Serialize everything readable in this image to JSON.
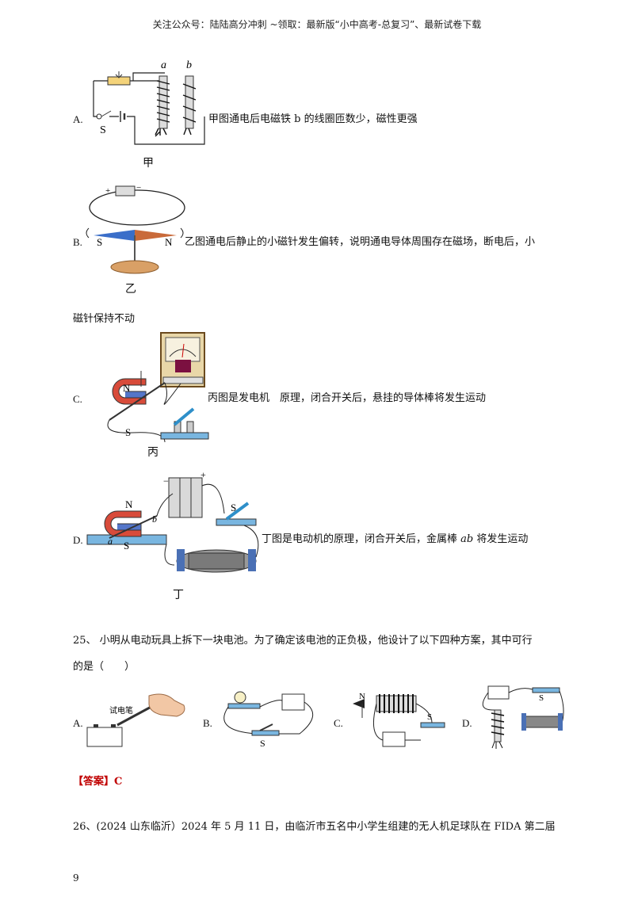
{
  "header": "关注公众号：陆陆高分冲刺 ~领取：最新版“小中高考-总复习”、最新试卷下载",
  "options_prev": [
    {
      "letter": "A.",
      "text": "甲图通电后电磁铁 b 的线圈匝数少，磁性更强",
      "fig_label": "甲",
      "labels": [
        "a",
        "b",
        "S"
      ]
    },
    {
      "letter": "B.",
      "text": "乙图通电后静止的小磁针发生偏转，说明通电导体周围存在磁场，断电后，小",
      "text2": "磁针保持不动",
      "fig_label": "乙",
      "labels": [
        "S",
        "N",
        "+",
        "−"
      ]
    },
    {
      "letter": "C.",
      "text": "丙图是发电机　原理，闭合开关后，悬挂的导体棒将发生运动",
      "fig_label": "丙",
      "labels": [
        "N",
        "S"
      ]
    },
    {
      "letter": "D.",
      "text_pre": "丁图是电动机的原理，闭合开关后，金属棒 ",
      "text_em": "ab",
      "text_post": " 将发生运动",
      "fig_label": "丁",
      "labels": [
        "N",
        "S",
        "b",
        "a",
        "S",
        "−",
        "+"
      ]
    }
  ],
  "q25": {
    "line1": "25、 小明从电动玩具上拆下一块电池。为了确定该电池的正负极，他设计了以下四种方案，其中可行",
    "line2": "的是（　　）",
    "choices": [
      {
        "letter": "A.",
        "labels": [
          "试电笔"
        ]
      },
      {
        "letter": "B.",
        "labels": [
          "S"
        ]
      },
      {
        "letter": "C.",
        "labels": [
          "N",
          "S"
        ]
      },
      {
        "letter": "D.",
        "labels": [
          "S"
        ]
      }
    ]
  },
  "answer": {
    "label": "【答案】",
    "value": "C"
  },
  "q26": {
    "line1": "26、(2024 山东临沂）2024 年 5 月 11 日，由临沂市五名中小学生组建的无人机足球队在 FIDA 第二届"
  },
  "page_number": "9"
}
